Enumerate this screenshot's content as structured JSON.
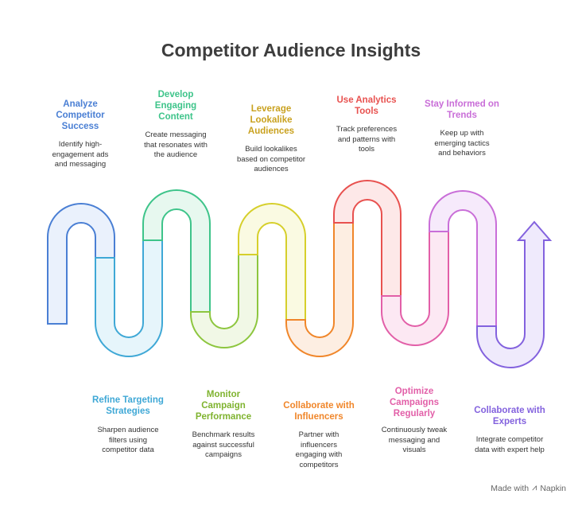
{
  "title": "Competitor Audience Insights",
  "colors": {
    "blue": "#4a7fd4",
    "teal": "#3fa8d6",
    "green": "#3ec48a",
    "lime": "#8dc63f",
    "yellow": "#d6cf2b",
    "orange": "#f0862a",
    "red": "#e8514f",
    "pink": "#e25fa8",
    "magenta": "#c96ed8",
    "purple": "#8362de"
  },
  "steps": [
    {
      "title": "Analyze\nCompetitor\nSuccess",
      "desc": "Identify high-\nengagement ads\nand messaging",
      "color": "#4a7fd4"
    },
    {
      "title": "Refine Targeting\nStrategies",
      "desc": "Sharpen audience\nfilters using\ncompetitor data",
      "color": "#3fa8d6"
    },
    {
      "title": "Develop\nEngaging\nContent",
      "desc": "Create messaging\nthat resonates with\nthe audience",
      "color": "#3ec48a"
    },
    {
      "title": "Monitor\nCampaign\nPerformance",
      "desc": "Benchmark results\nagainst successful\ncampaigns",
      "color": "#8dc63f"
    },
    {
      "title": "Leverage\nLookalike\nAudiences",
      "desc": "Build lookalikes\nbased on competitor\naudiences",
      "color": "#d6cf2b"
    },
    {
      "title": "Collaborate with\nInfluencers",
      "desc": "Partner with\ninfluencers\nengaging with\ncompetitors",
      "color": "#f0862a"
    },
    {
      "title": "Use Analytics\nTools",
      "desc": "Track preferences\nand patterns with\ntools",
      "color": "#e8514f"
    },
    {
      "title": "Optimize\nCampaigns\nRegularly",
      "desc": "Continuously tweak\nmessaging and\nvisuals",
      "color": "#e25fa8"
    },
    {
      "title": "Stay Informed on\nTrends",
      "desc": "Keep up with\nemerging tactics\nand behaviors",
      "color": "#c96ed8"
    },
    {
      "title": "Collaborate with\nExperts",
      "desc": "Integrate competitor\ndata with expert help",
      "color": "#8362de"
    }
  ],
  "footer": {
    "made_with": "Made with",
    "brand": "Napkin",
    "icon": "napkin-bolt-icon"
  }
}
